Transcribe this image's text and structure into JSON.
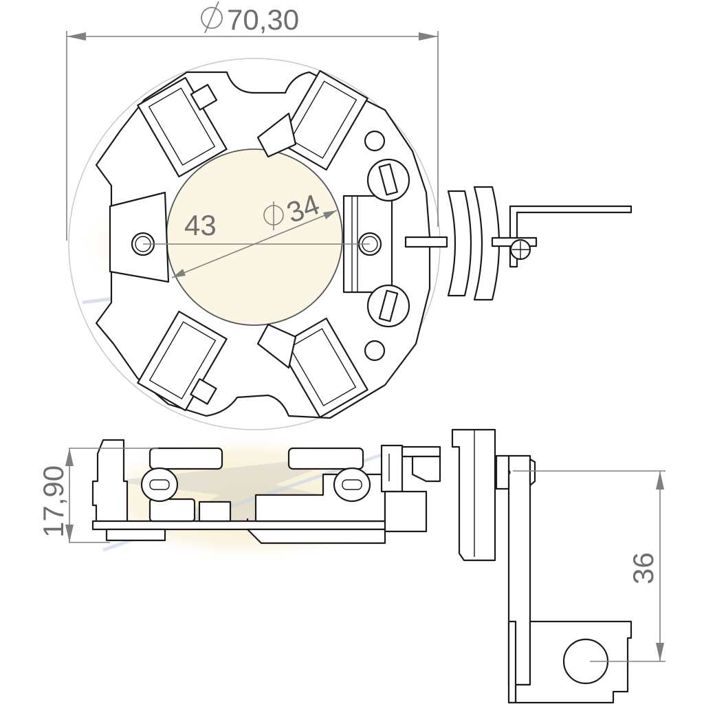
{
  "drawing": {
    "title": "Brush holder assembly technical drawing",
    "views": [
      "top-view",
      "side-view",
      "terminal-bracket-view"
    ],
    "line_color": "#1a1a1a",
    "dimension_color": "#808080",
    "watermark_colors": {
      "yellow": "#f7efd2",
      "grey": "#c9c9c9",
      "blue": "#c8d4ea"
    }
  },
  "dimensions": {
    "outer_diameter": {
      "symbol": "⌀",
      "value": "70,30",
      "label": "⌀70,30"
    },
    "bore_diameter": {
      "symbol": "⌀",
      "value": "34",
      "label": "34"
    },
    "hole_spacing": {
      "value": "43",
      "label": "43"
    },
    "height": {
      "value": "17,90",
      "label": "17,90"
    },
    "terminal_offset": {
      "value": "36",
      "label": "36"
    }
  }
}
